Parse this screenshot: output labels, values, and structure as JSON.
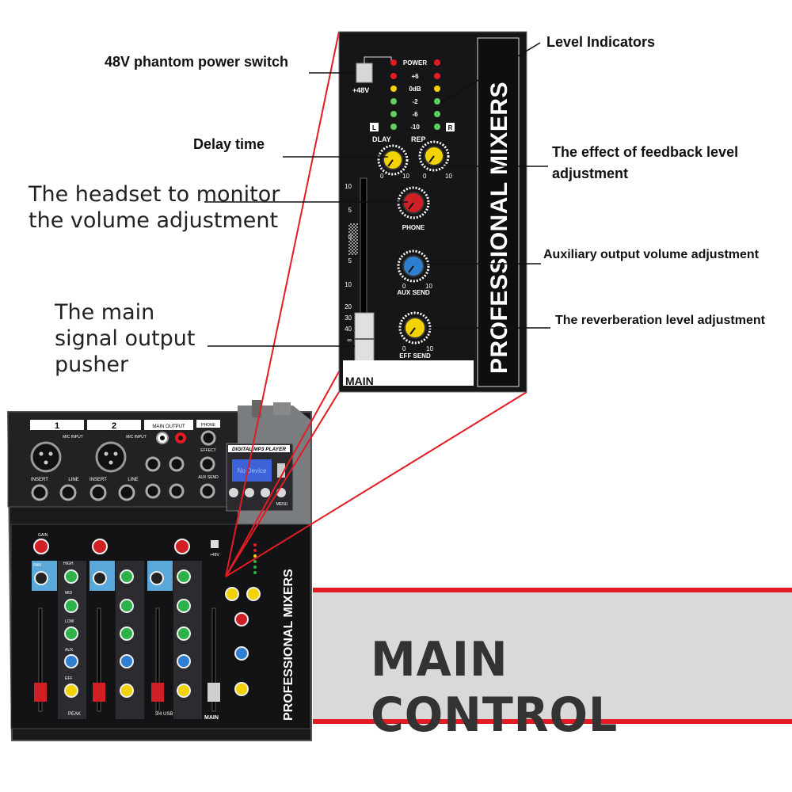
{
  "callouts": {
    "phantom_power": "48V phantom power switch",
    "level_indicators": "Level Indicators",
    "delay_time": "Delay time",
    "feedback": "The effect of feedback level adjustment",
    "headset": "The headset to monitor the volume adjustment",
    "aux_output": "Auxiliary output volume adjustment",
    "main_pusher": "The main signal output pusher",
    "reverb": "The reverberation level adjustment"
  },
  "banner": {
    "text": "MAIN CONTROL"
  },
  "zoom_panel": {
    "brand_vertical": "PROFESSIONAL MIXERS",
    "phantom_label": "+48V",
    "meter_labels": [
      "POWER",
      "+6",
      "0dB",
      "-2",
      "-6",
      "-10"
    ],
    "channel_l": "L",
    "channel_r": "R",
    "dlay_label": "DLAY",
    "rep_label": "REP",
    "knob_min": "0",
    "knob_max": "10",
    "phone_label": "PHONE",
    "aux_send_label": "AUX SEND",
    "eff_send_label": "EFF SEND",
    "main_label": "MAIN",
    "fader_scale": [
      "10",
      "5",
      "0",
      "5",
      "10",
      "20",
      "30",
      "40",
      "∞"
    ]
  },
  "mixer": {
    "channel_1": "1",
    "channel_2": "2",
    "main_output": "MAIN OUTPUT",
    "phone": "PHONE",
    "mic_input": "MIC INPUT",
    "insert": "INSERT",
    "line": "LINE",
    "effect": "EFFECT",
    "aux_send": "AUX SEND",
    "digital_player": "DIGITAL MP3 PLAYER",
    "display_text": "No Device",
    "menu": "MENU",
    "brand_vertical": "PROFESSIONAL MIXERS",
    "gain": "GAIN",
    "pan": "PAN",
    "high": "HIGH",
    "mid": "MID",
    "low": "LOW",
    "aux": "AUX",
    "eff": "EFF",
    "peak": "PEAK",
    "main": "MAIN",
    "ch34": "3/4 USB",
    "phantom": "+48V"
  },
  "colors": {
    "red_accent": "#e31b23",
    "panel_black": "#161618",
    "knob_yellow": "#f2d200",
    "knob_red": "#d11f26",
    "knob_blue": "#2f7fd1",
    "knob_green": "#2db34a",
    "lcd_blue": "#3c63d8",
    "eq_blue": "#5aa8da",
    "banner_gray": "#d9d9d9"
  }
}
